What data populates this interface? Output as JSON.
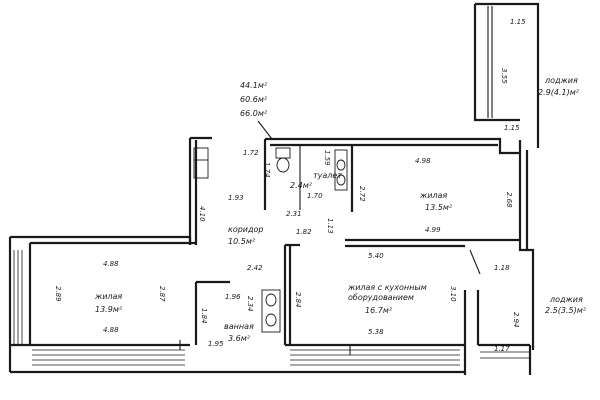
{
  "summary": {
    "area_living": "44.1м²",
    "area_total": "60.6м²",
    "area_total_balcony": "66.0м²"
  },
  "rooms": {
    "living_left": {
      "name": "жилая",
      "area": "13.9м²"
    },
    "living_right": {
      "name": "жилая",
      "area": "13.5м²"
    },
    "corridor": {
      "name": "коридор",
      "area": "10.5м²"
    },
    "toilet": {
      "name": "туалет",
      "area": "2.4м²"
    },
    "bathroom": {
      "name": "ванная",
      "area": "3.6м²"
    },
    "kitchen_living": {
      "name_line1": "жилая с кухонным",
      "name_line2": "оборудованием",
      "area": "16.7м²"
    },
    "loggia_top": {
      "name": "лоджия",
      "area": "2.9(4.1)м²"
    },
    "loggia_bottom": {
      "name": "лоджия",
      "area": "2.5(3.5)м²"
    }
  },
  "dimensions": {
    "loggia_top_width": "1.15",
    "loggia_top_height": "3.55",
    "loggia_top_bottom": "1.15",
    "toilet_left": "1.72",
    "toilet_side": "1.74",
    "toilet_top": "1.59",
    "toilet_bottom": "1.70",
    "toilet_right": "2.72",
    "corridor_top": "1.93",
    "corridor_left": "4.10",
    "corridor_mid": "2.31",
    "corridor_right": "1.13",
    "corridor_bottom_right": "1.82",
    "corridor_bottom": "2.42",
    "right_top": "4.98",
    "right_side": "2.68",
    "right_bottom": "4.99",
    "left_top": "4.88",
    "left_side": "2.89",
    "left_right": "2.87",
    "left_bottom": "4.88",
    "bath_top": "1.96",
    "bath_left": "1.84",
    "bath_right": "2.34",
    "bath_bottom": "1.95",
    "kitchen_top": "5.40",
    "kitchen_left": "2.84",
    "kitchen_right": "3.10",
    "kitchen_bottom": "5.38",
    "loggia_bottom_top": "1.18",
    "loggia_bottom_side": "2.94",
    "loggia_bottom_bottom": "1.17"
  },
  "icons": [
    "toilet-icon",
    "sink-icon",
    "bathtub-icon",
    "window-icon",
    "door-icon"
  ]
}
